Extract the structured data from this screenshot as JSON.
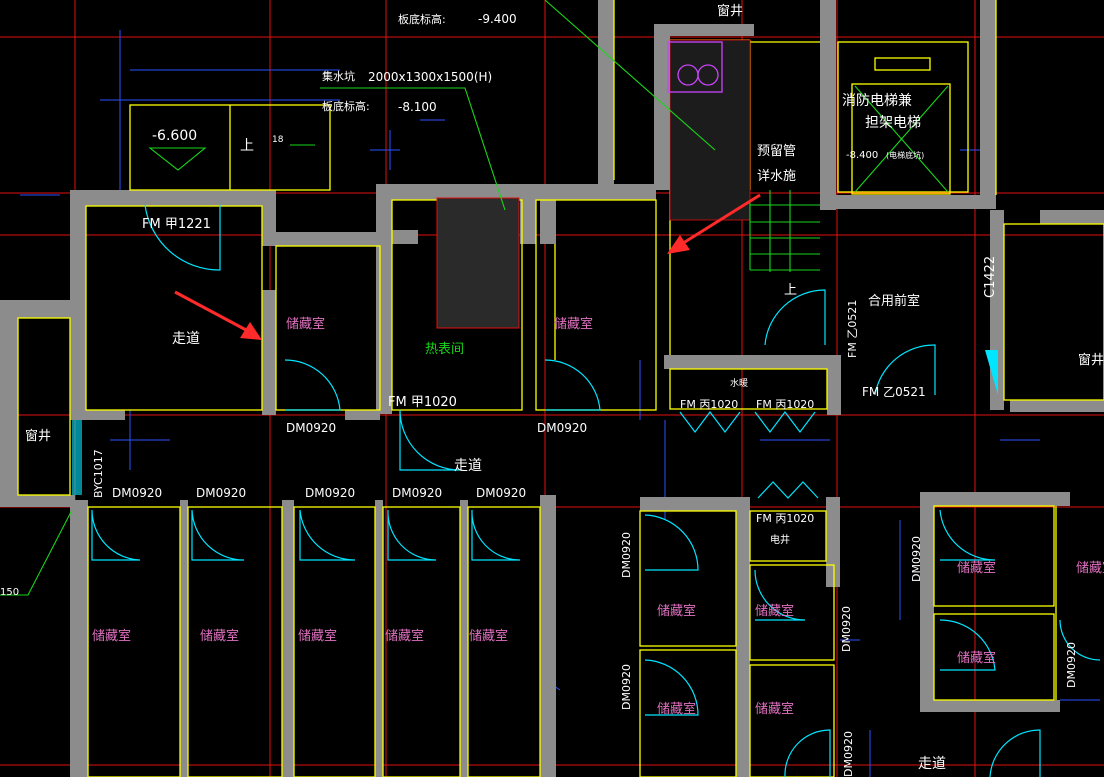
{
  "colors": {
    "background": "#000000",
    "wall": "#8c8c8c",
    "outline": "#ffff00",
    "grid": "#e01010",
    "dimension": "#2a52ff",
    "door": "#00e5ff",
    "room_label": "#e070c0",
    "green": "#19d619",
    "white": "#ffffff",
    "arrow": "#ff2a2a",
    "magenta": "#cc44ff"
  },
  "labels": {
    "top_elev_label": "板底标高:",
    "top_elev_value": "-9.400",
    "window_well_top": "窗井",
    "pit_label": "集水坑",
    "pit_size": "2000x1300x1500(H)",
    "pit_elev_label": "板底标高:",
    "pit_elev_value": "-8.100",
    "level_mark": "-6.600",
    "stair_up_left": "上",
    "stair_count": "18",
    "fire_elevator_1": "消防电梯兼",
    "fire_elevator_2": "担架电梯",
    "elevator_elev": "-8.400",
    "elevator_note": "(电梯底坑)",
    "reserve_pipe_1": "预留管",
    "reserve_pipe_2": "详水施",
    "door_fm1221": "FM 甲1221",
    "corridor_1": "走道",
    "storage_1": "储藏室",
    "heat_meter_room": "热表间",
    "storage_2": "储藏室",
    "stair_up_right": "上",
    "fm_yi0521_v": "FM 乙0521",
    "common_front": "合用前室",
    "c1422": "C1422",
    "window_well_right": "窗井",
    "water_shaft": "水暖",
    "fm_bing1020_a": "FM 丙1020",
    "fm_bing1020_b": "FM 丙1020",
    "fm_yi0521_h": "FM 乙0521",
    "fm_jia1020": "FM 甲1020",
    "dm0920_a": "DM0920",
    "dm0920_b": "DM0920",
    "window_well_left": "窗井",
    "byc1017": "BYC1017",
    "corridor_2": "走道",
    "dm_row": [
      "DM0920",
      "DM0920",
      "DM0920",
      "DM0920",
      "DM0920"
    ],
    "fm_bing1020_c": "FM 丙1020",
    "electric_shaft": "电井",
    "dm0920_v1": "DM0920",
    "dm0920_v2": "DM0920",
    "dm0920_v3": "DM0920",
    "dm0920_v4": "DM0920",
    "dm0920_v5": "DM0920",
    "dm0920_v6": "DM0920",
    "storage_row": [
      "储藏室",
      "储藏室",
      "储藏室",
      "储藏室",
      "储藏室"
    ],
    "storage_mid_1": "储藏室",
    "storage_mid_2": "储藏室",
    "storage_mid_3": "储藏室",
    "storage_mid_4": "储藏室",
    "storage_right_1": "储藏室",
    "storage_right_2": "储藏室",
    "storage_right_3": "储藏室",
    "corridor_3": "走道",
    "edge_150": "150"
  }
}
